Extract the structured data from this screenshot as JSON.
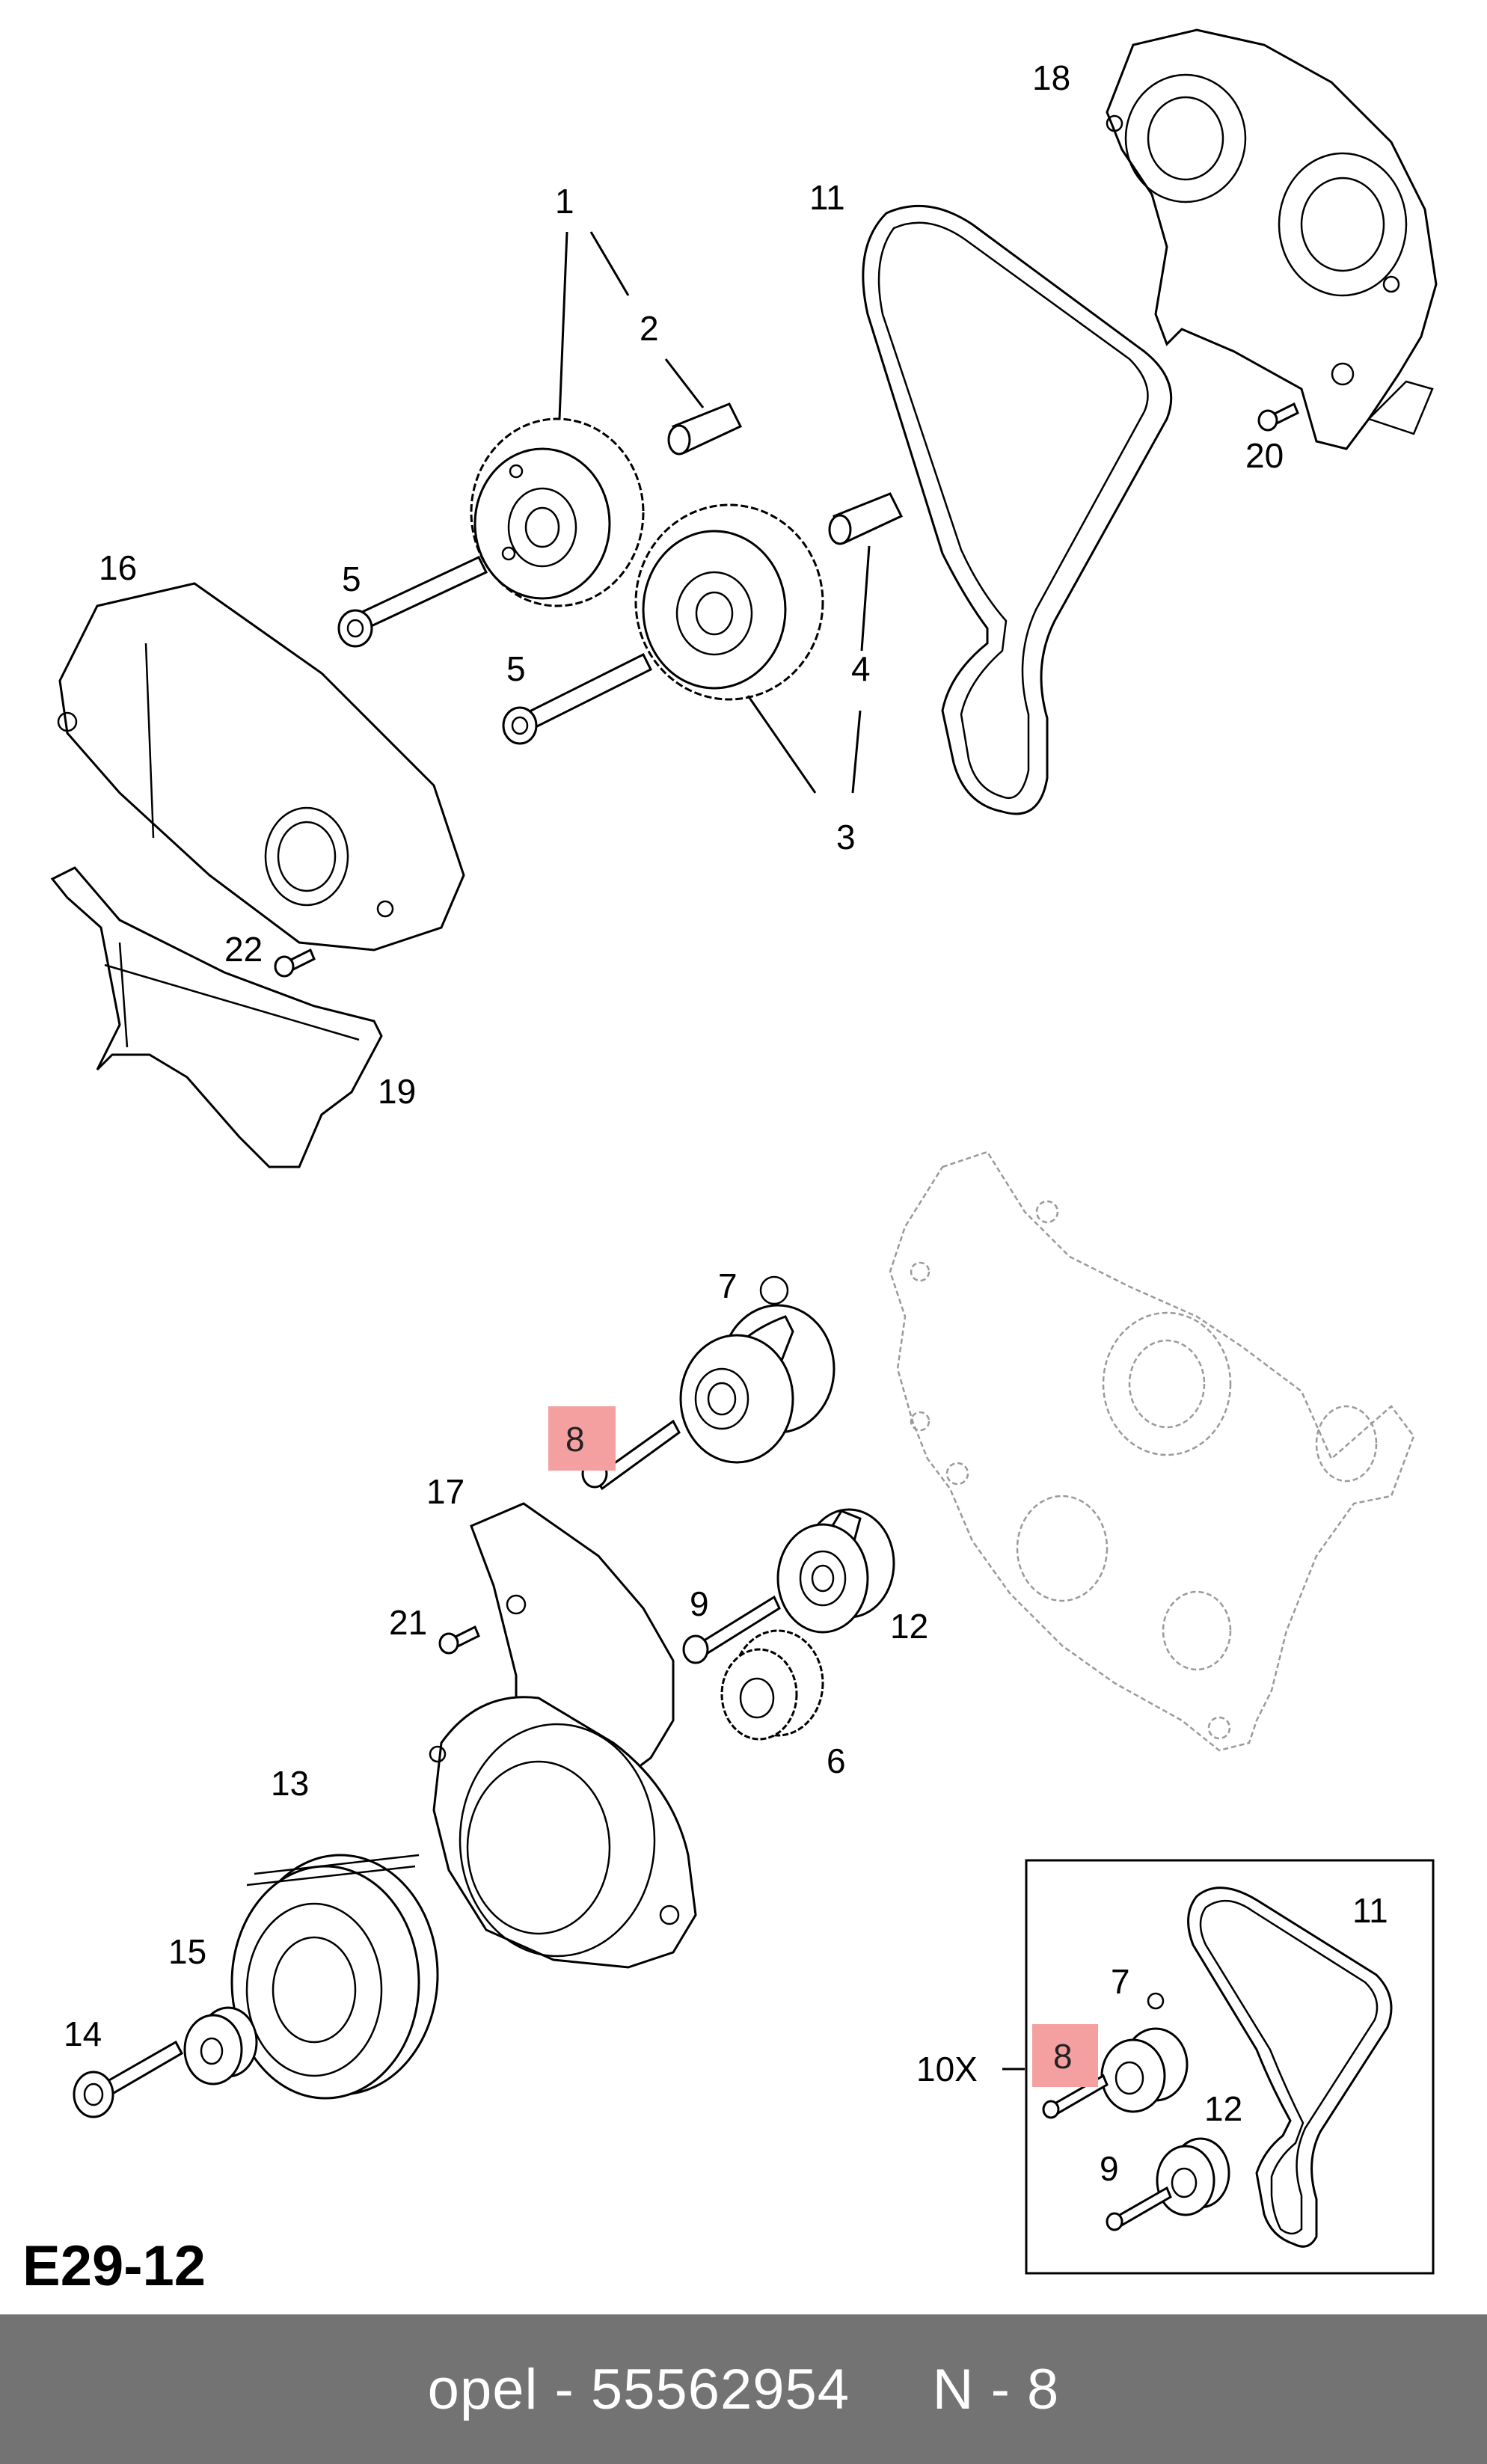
{
  "diagram_code": "E29-12",
  "footer": {
    "text": "opel - 55562954     N - 8"
  },
  "highlight_color": "#f4a0a0",
  "callouts": {
    "c1": "1",
    "c2": "2",
    "c3": "3",
    "c4": "4",
    "c5a": "5",
    "c5b": "5",
    "c6": "6",
    "c7": "7",
    "c8": "8",
    "c9": "9",
    "c11": "11",
    "c12": "12",
    "c13": "13",
    "c14": "14",
    "c15": "15",
    "c16": "16",
    "c17": "17",
    "c18": "18",
    "c19": "19",
    "c20": "20",
    "c21": "21",
    "c22": "22"
  },
  "kit": {
    "label": "10X",
    "c7": "7",
    "c8": "8",
    "c9": "9",
    "c11": "11",
    "c12": "12"
  }
}
